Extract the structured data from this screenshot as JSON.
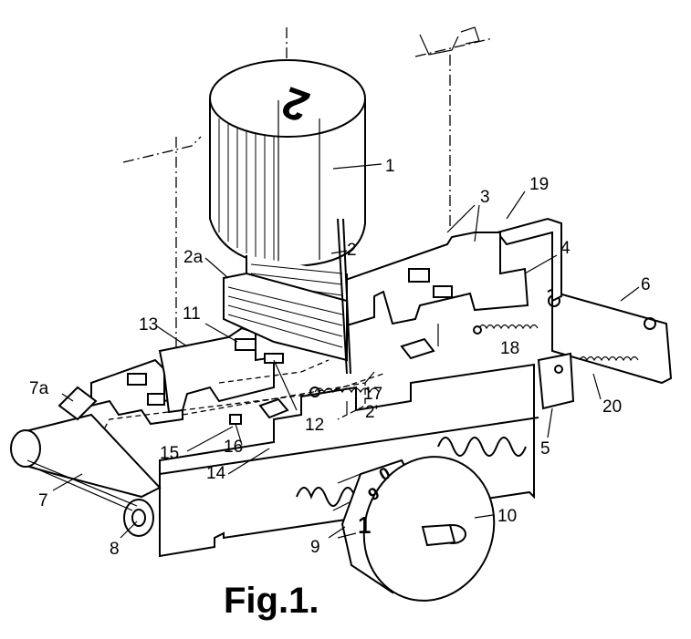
{
  "figure": {
    "caption": "Fig.1.",
    "digit_on_drum": "2",
    "dial_digits": {
      "top": "0",
      "top2": "9",
      "side": "1"
    },
    "callouts": [
      "1",
      "2",
      "2a",
      "2'",
      "3",
      "4",
      "5",
      "6",
      "7",
      "7a",
      "8",
      "9",
      "10",
      "11",
      "12",
      "13",
      "14",
      "15",
      "16",
      "17",
      "18",
      "19",
      "20"
    ]
  }
}
